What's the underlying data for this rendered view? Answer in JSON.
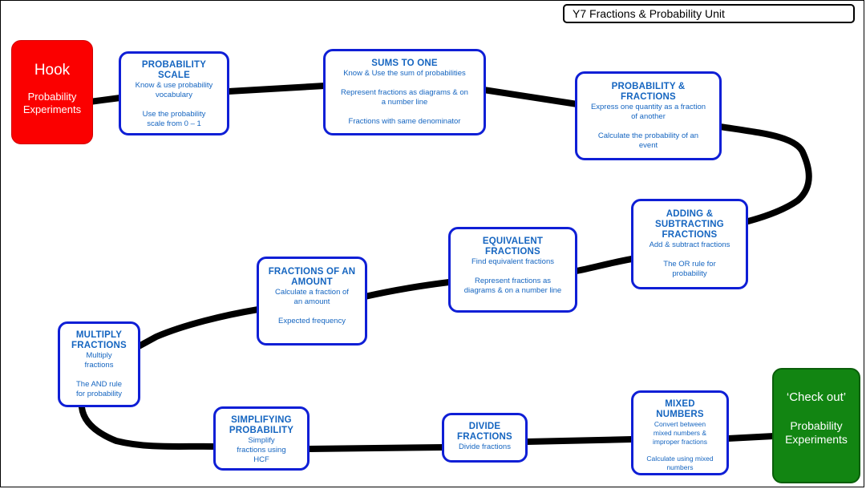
{
  "title": "Y7 Fractions & Probability Unit",
  "start": {
    "heading": "Hook",
    "line1": "Probability",
    "line2": "Experiments"
  },
  "end": {
    "heading": "‘Check out’",
    "line1": "Probability",
    "line2": "Experiments"
  },
  "nodes": {
    "scale": {
      "t1": "PROBABILITY",
      "t2": "SCALE",
      "d1": "Know & use probability",
      "d2": "vocabulary",
      "d3": "Use the probability",
      "d4": "scale from 0 – 1"
    },
    "sums": {
      "t1": "SUMS TO ONE",
      "d1": "Know & Use the sum of probabilities",
      "d2": "Represent fractions as diagrams & on",
      "d3": "a number line",
      "d4": "Fractions with same denominator"
    },
    "probfrac": {
      "t1": "PROBABILITY &",
      "t2": "FRACTIONS",
      "d1": "Express one quantity as a fraction",
      "d2": "of another",
      "d3": "Calculate the probability of an",
      "d4": "event"
    },
    "addsub": {
      "t1": "ADDING &",
      "t2": "SUBTRACTING",
      "t3": "FRACTIONS",
      "d1": "Add & subtract fractions",
      "d2": "The OR rule for",
      "d3": "probability"
    },
    "equiv": {
      "t1": "EQUIVALENT",
      "t2": "FRACTIONS",
      "d1": "Find equivalent fractions",
      "d2": "Represent fractions as",
      "d3": "diagrams & on a number line"
    },
    "amount": {
      "t1": "FRACTIONS OF AN",
      "t2": "AMOUNT",
      "d1": "Calculate a fraction of",
      "d2": "an amount",
      "d3": "Expected frequency"
    },
    "multiply": {
      "t1": "MULTIPLY",
      "t2": "FRACTIONS",
      "d1": "Multiply",
      "d2": "fractions",
      "d3": "The AND rule",
      "d4": "for probability"
    },
    "simplify": {
      "t1": "SIMPLIFYING",
      "t2": "PROBABILITY",
      "d1": "Simplify",
      "d2": "fractions using",
      "d3": "HCF"
    },
    "divide": {
      "t1": "DIVIDE",
      "t2": "FRACTIONS",
      "d1": "Divide fractions"
    },
    "mixed": {
      "t1": "MIXED",
      "t2": "NUMBERS",
      "d1": "Convert between",
      "d2": "mixed numbers &",
      "d3": "improper fractions",
      "d4": "Calculate using mixed",
      "d5": "numbers"
    }
  },
  "colors": {
    "node_border": "#0f1fd6",
    "node_text": "#1565c0",
    "hook": "#fb0000",
    "checkout": "#128512",
    "path": "#000000"
  }
}
